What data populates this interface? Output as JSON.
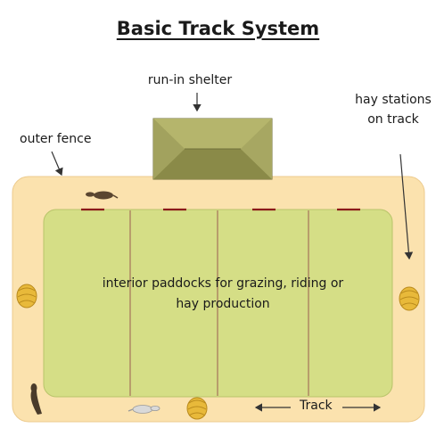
{
  "title": "Basic Track System",
  "labels": {
    "shelter": "run-in shelter",
    "outer_fence": "outer fence",
    "hay_stations": "hay stations on track",
    "interior": "interior paddocks for grazing, riding or hay production",
    "track": "Track"
  },
  "colors": {
    "track": "#FBE2AE",
    "paddock": "#D5DE86",
    "paddock_divider": "#A6735A",
    "gate": "#8B1A1A",
    "roof": "#A3A35A",
    "hay": "#E8B93A",
    "arrow": "#333333"
  },
  "icons": [
    "horse-icon",
    "hay-bale-icon",
    "roof-icon",
    "arrow-icon"
  ]
}
